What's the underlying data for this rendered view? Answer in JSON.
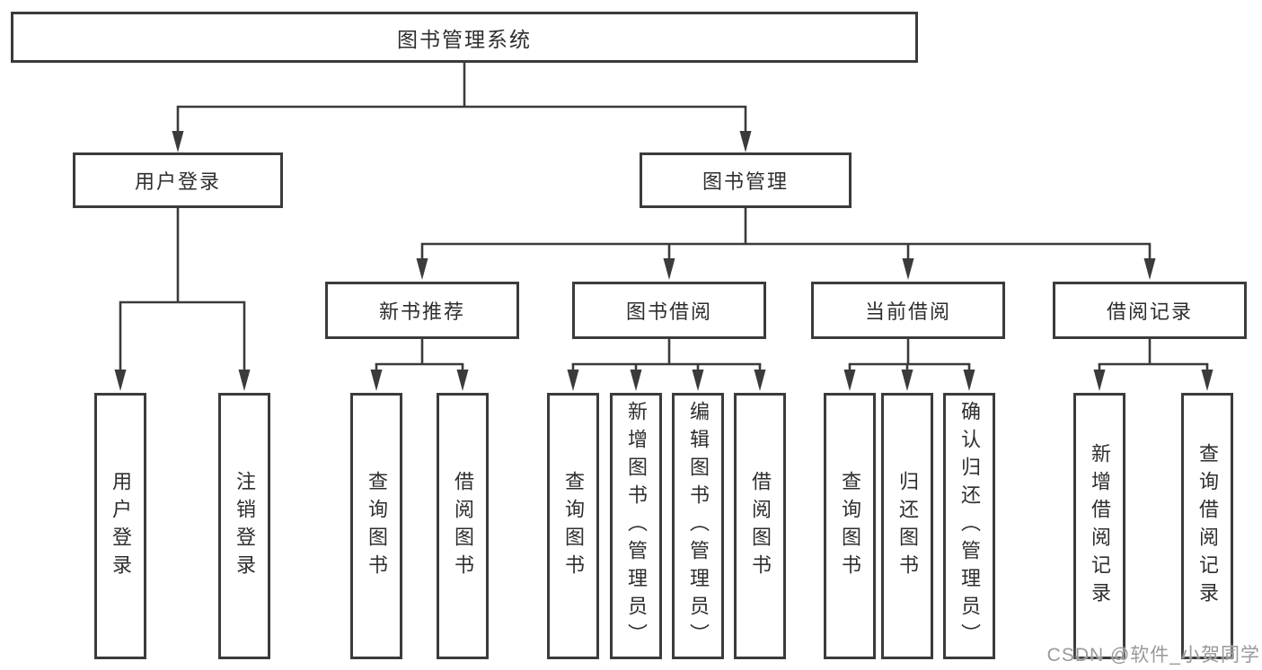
{
  "tree": {
    "label": "图书管理系统",
    "children": [
      {
        "label": "用户登录",
        "children": [
          {
            "label": "用户登录"
          },
          {
            "label": "注销登录"
          }
        ]
      },
      {
        "label": "图书管理",
        "children": [
          {
            "label": "新书推荐",
            "children": [
              {
                "label": "查询图书"
              },
              {
                "label": "借阅图书"
              }
            ]
          },
          {
            "label": "图书借阅",
            "children": [
              {
                "label": "查询图书"
              },
              {
                "label": "新增图书（管理员）"
              },
              {
                "label": "编辑图书（管理员）"
              },
              {
                "label": "借阅图书"
              }
            ]
          },
          {
            "label": "当前借阅",
            "children": [
              {
                "label": "查询图书"
              },
              {
                "label": "归还图书"
              },
              {
                "label": "确认归还（管理员）"
              }
            ]
          },
          {
            "label": "借阅记录",
            "children": [
              {
                "label": "新增借阅记录"
              },
              {
                "label": "查询借阅记录"
              }
            ]
          }
        ]
      }
    ]
  },
  "watermark": {
    "text": "CSDN @软件_小贺同学"
  },
  "colors": {
    "line": "#3b3b3b",
    "text": "#2e2e2e",
    "watermark": "#999999",
    "background": "#ffffff"
  }
}
